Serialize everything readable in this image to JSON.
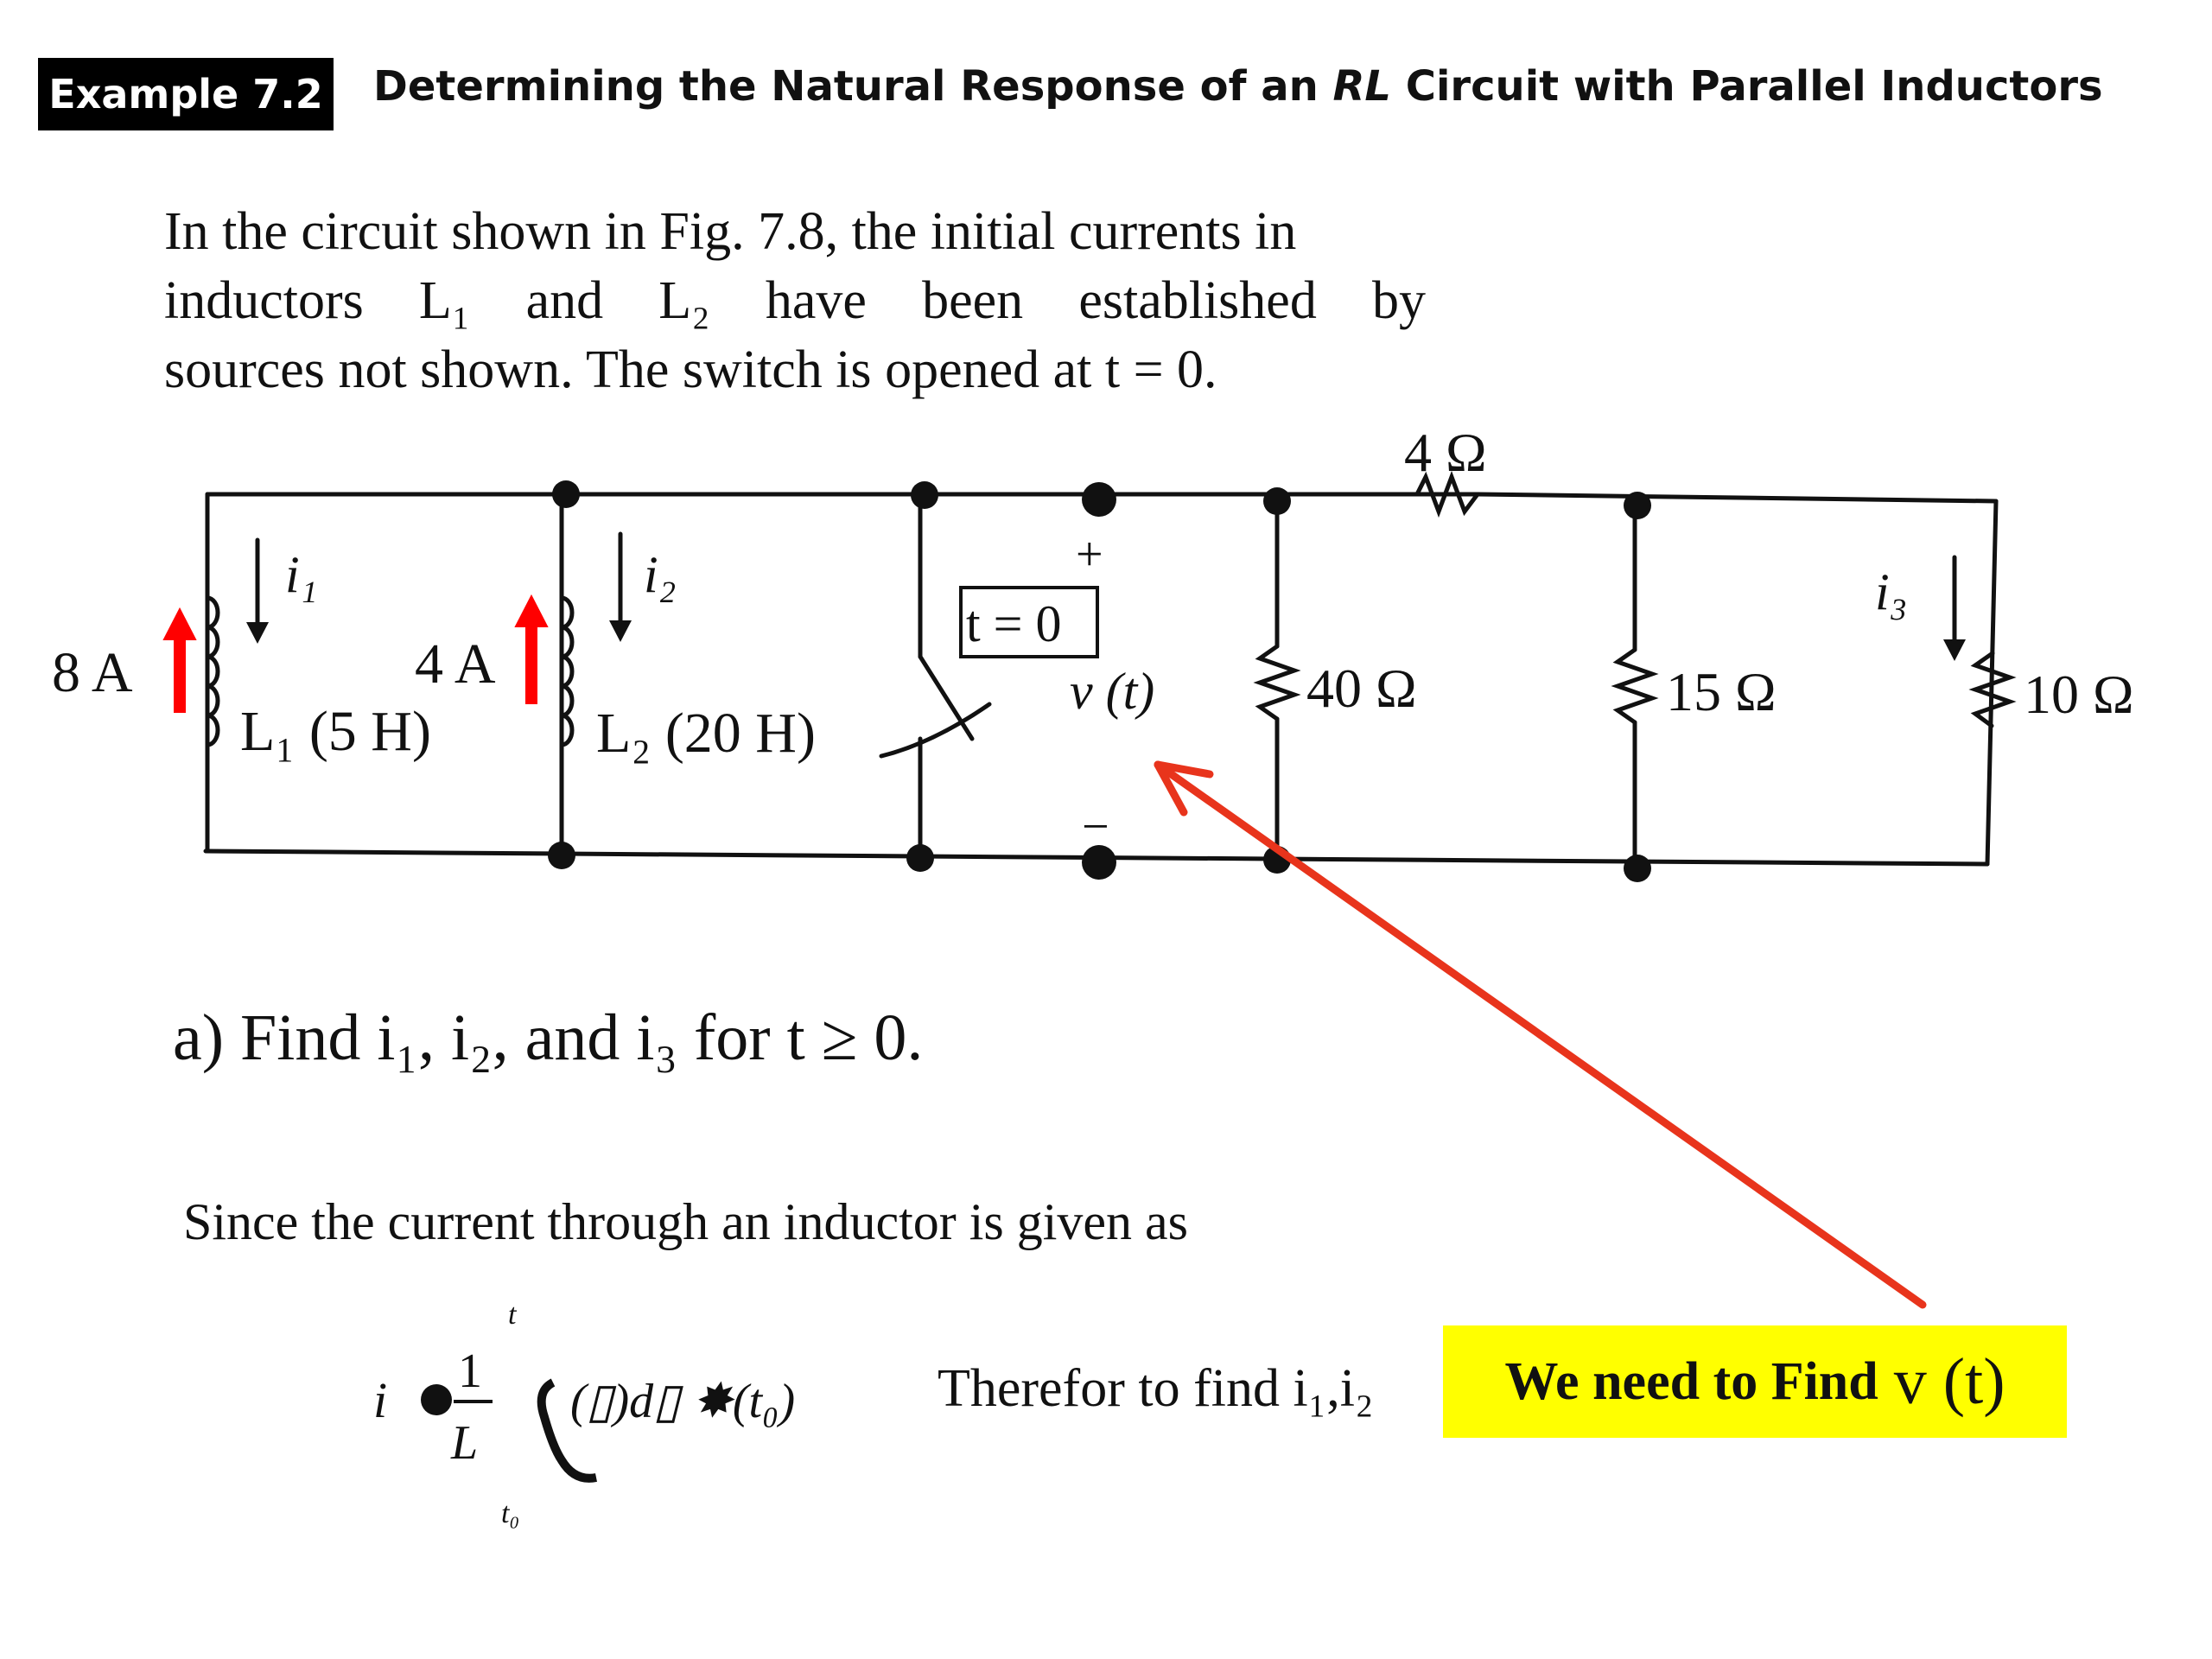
{
  "header": {
    "badge": "Example 7.2",
    "title_pre": "Determining the Natural Response of an ",
    "title_em": "RL",
    "title_post": " Circuit with Parallel Inductors"
  },
  "intro": {
    "line1": "In the circuit shown in Fig. 7.8, the initial currents in",
    "line2": "inductors L₁ and L₂ have been established by",
    "line3": "sources not shown. The switch is opened at t = 0."
  },
  "circuit": {
    "source1": "8 A",
    "source2": "4 A",
    "current1": "i₁",
    "current2": "i₂",
    "current3": "i₃",
    "inductor1": "L₁ (5 H)",
    "inductor2": "L₂ (20 H)",
    "switch": "t = 0",
    "voltage": "v (t)",
    "plus": "+",
    "minus": "−",
    "r_series": "4 Ω",
    "r1": "40 Ω",
    "r2": "15 Ω",
    "r3": "10 Ω"
  },
  "question_a": "a) Find i₁, i₂, and i₃ for t ≥ 0.",
  "since_text": "Since the current through an inductor is given as",
  "formula": {
    "i": "i",
    "num": "1",
    "den": "L",
    "upper": "t",
    "lower": "t₀",
    "body": "(▯)d▯ ✸(t₀)"
  },
  "therefor_text": "Therefor to find i₁,i₂",
  "callout": {
    "text": "We need to Find",
    "vt": "v (t)"
  },
  "colors": {
    "arrow": "#e8341c",
    "source_arrow": "#ff0000",
    "highlight": "#ffff00"
  }
}
